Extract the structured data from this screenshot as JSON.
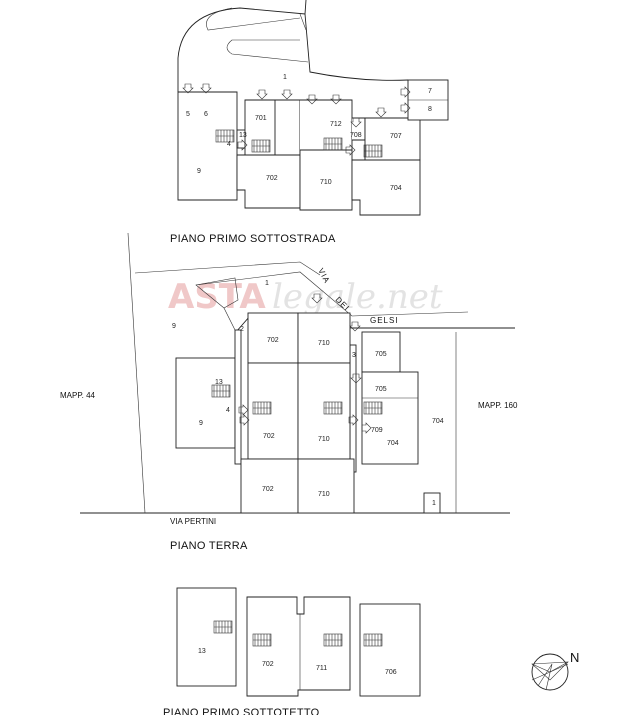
{
  "plans": {
    "basement": {
      "caption": "PIANO PRIMO SOTTOSTRADA",
      "units": {
        "u1": "1",
        "u5": "5",
        "u6": "6",
        "u9": "9",
        "u13": "13",
        "u4": "4",
        "u701": "701",
        "u702": "702",
        "u710": "710",
        "u712": "712",
        "u708": "708",
        "u707": "707",
        "u704": "704",
        "u7": "7",
        "u8": "8"
      }
    },
    "ground": {
      "caption": "PIANO TERRA",
      "units": {
        "u1": "1",
        "u2": "2",
        "u3": "3",
        "u4": "4",
        "u9": "9",
        "u13": "13",
        "u702a": "702",
        "u710a": "710",
        "u705a": "705",
        "u702b": "702",
        "u710b": "710",
        "u705b": "705",
        "u709": "709",
        "u704a": "704",
        "u704b": "704",
        "u702c": "702",
        "u710c": "710",
        "u1b": "1"
      },
      "labels": {
        "mapp44": "MAPP. 44",
        "mapp160": "MAPP. 160",
        "via_pertini": "VIA PERTINI",
        "via": "VIA",
        "dei": "DEI",
        "gelsi": "GELSI"
      }
    },
    "attic": {
      "caption": "PIANO PRIMO SOTTOTETTO",
      "units": {
        "u13": "13",
        "u702": "702",
        "u711": "711",
        "u706": "706"
      }
    }
  },
  "compass": {
    "label": "N"
  },
  "watermark": {
    "part1": "ASTA",
    "part2": "legale.net"
  },
  "icons": [
    "stair-icon",
    "entry-arrow-icon",
    "compass-rose-icon"
  ]
}
